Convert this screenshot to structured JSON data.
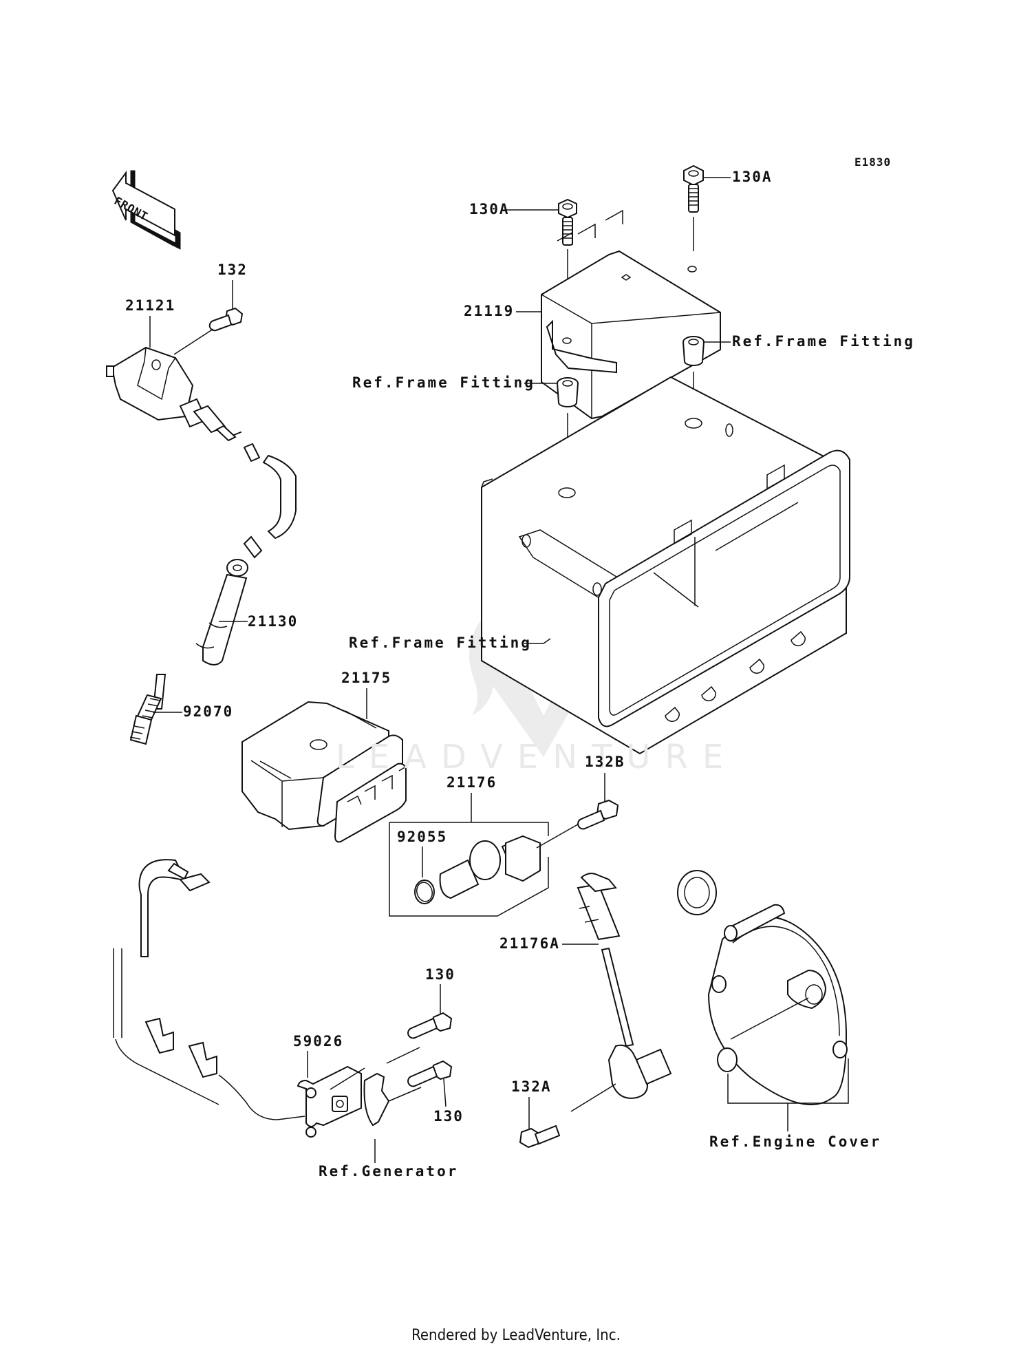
{
  "diagram": {
    "code": "E1830",
    "direction_marker": "FRONT",
    "watermark": "LEADVENTURE",
    "footer": "Rendered by LeadVenture, Inc.",
    "callouts": {
      "p130A_left": "130A",
      "p130A_right": "130A",
      "p21119": "21119",
      "ref_frame_fitting_left": "Ref.Frame Fitting",
      "ref_frame_fitting_right": "Ref.Frame Fitting",
      "ref_frame_fitting_box": "Ref.Frame Fitting",
      "p132": "132",
      "p21121": "21121",
      "p21130": "21130",
      "p92070": "92070",
      "p21175": "21175",
      "p21176": "21176",
      "p92055": "92055",
      "p132B": "132B",
      "p21176A": "21176A",
      "p130_upper": "130",
      "p130_lower": "130",
      "p59026": "59026",
      "ref_generator": "Ref.Generator",
      "p132A": "132A",
      "ref_engine_cover": "Ref.Engine Cover"
    }
  }
}
